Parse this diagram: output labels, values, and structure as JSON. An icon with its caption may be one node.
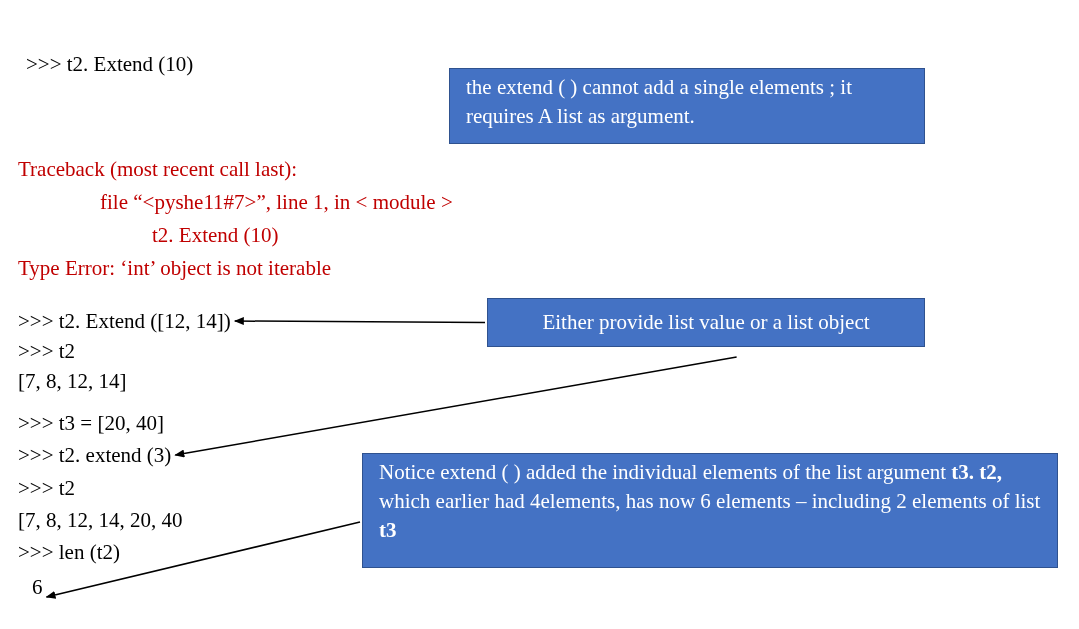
{
  "diagram": {
    "nodes": [
      {
        "text": [
          "the extend ( ) cannot add a single elements ; it requires A list as argument."
        ]
      },
      {
        "text": [
          "Either provide list value or a list object"
        ]
      },
      {
        "text": [
          ">>> t2. Extend ([12, 14])"
        ]
      },
      {
        "text": [
          ">>> t2. extend (3)"
        ]
      },
      {
        "text": [
          "Notice extend ( ) added the individual elements of the list argument **t3. t2,** which earlier had 4elements, has now 6 elements – including 2 elements of list **t3**"
        ]
      },
      {
        "text": [
          "6"
        ]
      }
    ],
    "edges": [
      {
        "from": 1,
        "to": 2,
        "arrow": "to"
      },
      {
        "from": 1,
        "to": 3,
        "arrow": "to"
      },
      {
        "from": 4,
        "to": 5,
        "arrow": "to"
      }
    ],
    "labels": [
      ">>> t2. Extend (10)",
      "Traceback (most recent call last):",
      "file “<pyshe11#7>”, line 1, in < module >",
      "t2. Extend (10)",
      "Type Error: ‘int’ object is not iterable",
      ">>> t2",
      "[7, 8, 12, 14]",
      ">>> t3 = [20, 40]",
      ">>> t2",
      "[7, 8, 12, 14, 20, 40",
      ">>> len (t2)"
    ]
  }
}
